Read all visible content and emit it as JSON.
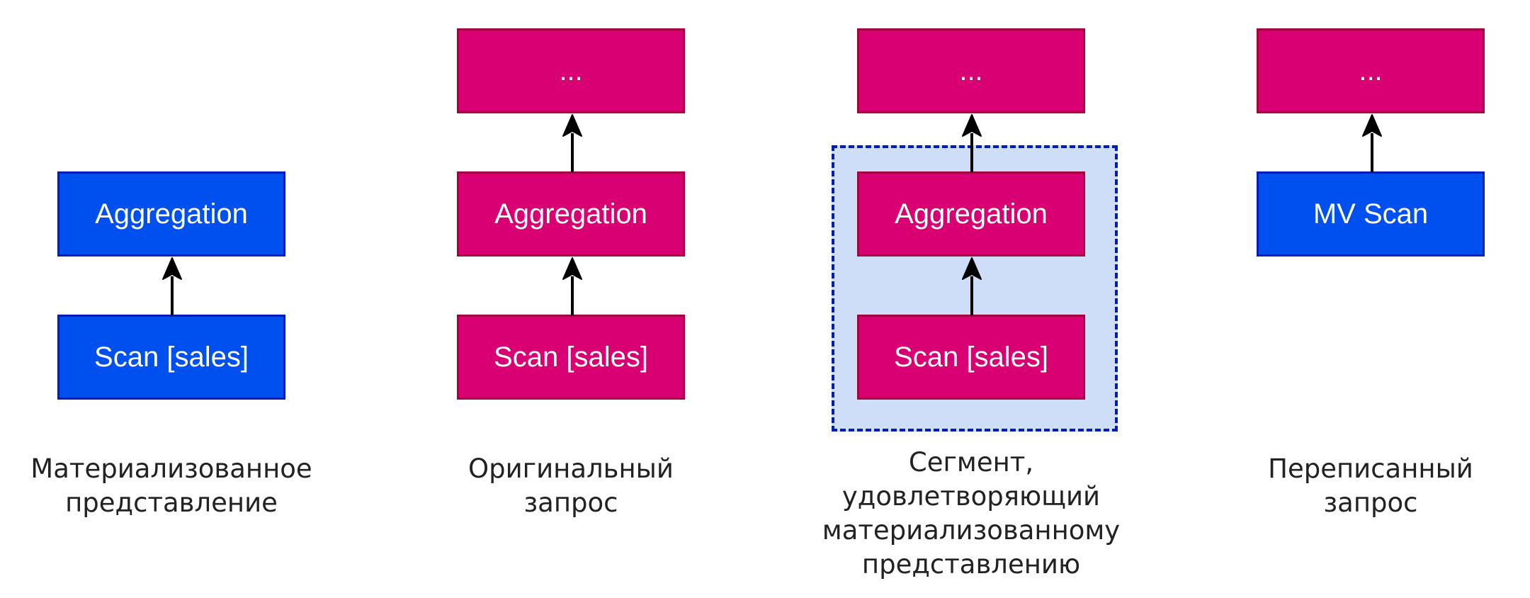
{
  "columns": [
    {
      "id": "mv",
      "nodes": [
        {
          "label": "Aggregation",
          "color": "#0050ef"
        },
        {
          "label": "Scan [sales]",
          "color": "#0050ef"
        }
      ],
      "caption": [
        "Материализованное",
        "представление"
      ]
    },
    {
      "id": "original",
      "nodes": [
        {
          "label": "...",
          "color": "#d80073"
        },
        {
          "label": "Aggregation",
          "color": "#d80073"
        },
        {
          "label": "Scan [sales]",
          "color": "#d80073"
        }
      ],
      "caption": [
        "Оригинальный",
        "запрос"
      ]
    },
    {
      "id": "segment",
      "nodes": [
        {
          "label": "...",
          "color": "#d80073"
        },
        {
          "label": "Aggregation",
          "color": "#d80073"
        },
        {
          "label": "Scan [sales]",
          "color": "#d80073"
        }
      ],
      "highlight_color": "#cfdef8",
      "caption": [
        "Сегмент,",
        "удовлетворяющий",
        "материализованному",
        "представлению"
      ]
    },
    {
      "id": "rewritten",
      "nodes": [
        {
          "label": "...",
          "color": "#d80073"
        },
        {
          "label": "MV Scan",
          "color": "#0050ef"
        }
      ],
      "caption": [
        "Переписанный",
        "запрос"
      ]
    }
  ]
}
